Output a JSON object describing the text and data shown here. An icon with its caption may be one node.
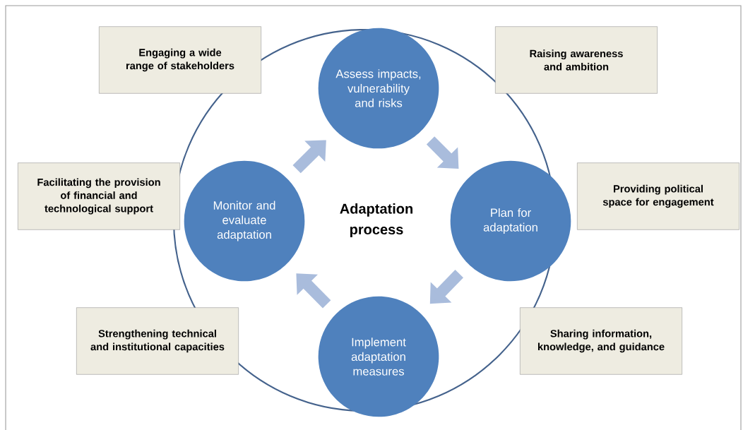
{
  "diagram": {
    "nodes": [
      {
        "text": [
          "Engaging a wide range of stakeholders"
        ]
      },
      {
        "text": [
          "Assess impacts, vulnerability and risks"
        ]
      },
      {
        "text": [
          "Raising awareness and ambition"
        ]
      },
      {
        "text": [
          "Facilitating the provision of financial and technological support"
        ]
      },
      {
        "text": [
          "Monitor and evaluate adaptation"
        ]
      },
      {
        "text": [
          "Adaptation process"
        ]
      },
      {
        "text": [
          "Plan for adaptation"
        ]
      },
      {
        "text": [
          "Providing political space for engagement"
        ]
      },
      {
        "text": [
          "Strengthening technical and institutional capacities"
        ]
      },
      {
        "text": [
          "Implement adaptation measures"
        ]
      },
      {
        "text": [
          "Sharing information, knowledge, and guidance"
        ]
      }
    ],
    "edges": [
      {
        "from": 1,
        "to": 6,
        "arrow": "to"
      },
      {
        "from": 6,
        "to": 9,
        "arrow": "to"
      },
      {
        "from": 9,
        "to": 4,
        "arrow": "to"
      },
      {
        "from": 4,
        "to": 1,
        "arrow": "to"
      }
    ]
  }
}
